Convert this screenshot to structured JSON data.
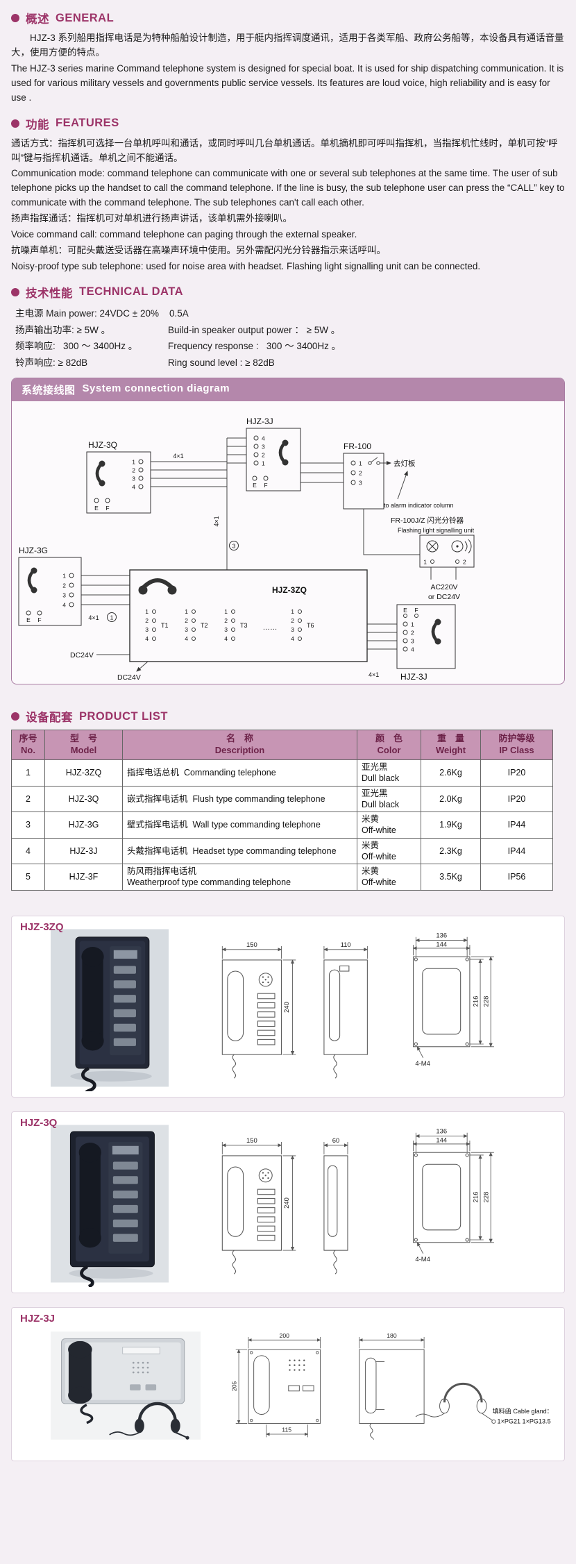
{
  "general": {
    "title_zh": "概述",
    "title_en": "GENERAL",
    "body_zh": "HJZ-3 系列船用指挥电话是为特种船舶设计制造，用于艇内指挥调度通讯，适用于各类军船、政府公务船等，本设备具有通话音量大，使用方便的特点。",
    "body_en": "The HJZ-3 series marine Command telephone system is designed for special boat. It is used for ship dispatching communication. It is used for various military vessels and governments public service vessels. Its features are loud voice, high reliability and is easy for use ."
  },
  "features": {
    "title_zh": "功能",
    "title_en": "FEATURES",
    "p1_zh": "通话方式：指挥机可选择一台单机呼叫和通话，或同时呼叫几台单机通话。单机摘机即可呼叫指挥机，当指挥机忙线时，单机可按“呼叫”键与指挥机通话。单机之间不能通话。",
    "p1_en": "Communication mode: command telephone can communicate with  one or several sub telephones at the same time. The user of sub telephone picks up the handset to call the command telephone. If the line is busy, the sub telephone user can press the “CALL” key to communicate with the command telephone. The sub telephones can't call each other.",
    "p2_zh": "扬声指挥通话：指挥机可对单机进行扬声讲话，该单机需外接喇叭。",
    "p2_en": "Voice command call: command telephone can paging through the external speaker.",
    "p3_zh": "抗噪声单机：可配头戴送受话器在高噪声环境中使用。另外需配闪光分铃器指示来话呼叫。",
    "p3_en": "Noisy-proof type sub telephone: used for noise area with headset. Flashing light signalling unit can be connected."
  },
  "technical": {
    "title_zh": "技术性能",
    "title_en": "TECHNICAL  DATA",
    "r1": "主电源 Main power: 24VDC ± 20%    0.5A",
    "r2_left": "扬声输出功率: ≥ 5W 。",
    "r2_right": "Build-in speaker output power ： ≥ 5W 。",
    "r3_left": "频率响应:   300 ～ 3400Hz 。",
    "r3_right": "Frequency response :   300 ～ 3400Hz 。",
    "r4_left": "铃声响应: ≥ 82dB",
    "r4_right": "Ring sound level : ≥ 82dB"
  },
  "diagram": {
    "title_zh": "系统接线图",
    "title_en": "System connection diagram",
    "u_hjz3q": "HJZ-3Q",
    "u_hjz3j_top": "HJZ-3J",
    "u_fr100": "FR-100",
    "u_hjz3g": "HJZ-3G",
    "u_hjz3zq": "HJZ-3ZQ",
    "u_hjz3j_bot": "HJZ-3J",
    "to_lamp_zh": "去灯板",
    "to_lamp_en": "to alarm indicator column",
    "flash_model": "FR-100J/Z 闪光分铃器",
    "flash_en": "Flashing light signalling unit",
    "ac": "AC220V",
    "or_dc": "or DC24V",
    "dc1": "DC24V",
    "dc2": "DC24V",
    "cable1": "4×1",
    "cable2": "4×1",
    "cable3": "4×1",
    "cable4": "4×1",
    "t1": "T1",
    "t2": "T2",
    "t3": "T3",
    "t6": "T6",
    "dots": "……",
    "c1": "1",
    "c3": "3",
    "e": "E",
    "f": "F",
    "n1": "1",
    "n2": "2",
    "n3": "3",
    "n4": "4"
  },
  "product_list": {
    "title_zh": "设备配套",
    "title_en": "PRODUCT LIST",
    "head": {
      "no_zh": "序号",
      "no_en": "No.",
      "model_zh": "型　号",
      "model_en": "Model",
      "desc_zh": "名　称",
      "desc_en": "Description",
      "color_zh": "颜　色",
      "color_en": "Color",
      "weight_zh": "重　量",
      "weight_en": "Weight",
      "ip_zh": "防护等级",
      "ip_en": "IP Class"
    },
    "rows": [
      {
        "no": "1",
        "model": "HJZ-3ZQ",
        "desc1": "指挥电话总机  Commanding telephone",
        "desc2": "",
        "color_zh": "亚光黑",
        "color_en": "Dull black",
        "weight": "2.6Kg",
        "ip": "IP20"
      },
      {
        "no": "2",
        "model": "HJZ-3Q",
        "desc1": "嵌式指挥电话机  Flush type commanding telephone",
        "desc2": "",
        "color_zh": "亚光黑",
        "color_en": "Dull black",
        "weight": "2.0Kg",
        "ip": "IP20"
      },
      {
        "no": "3",
        "model": "HJZ-3G",
        "desc1": "壁式指挥电话机  Wall type commanding telephone",
        "desc2": "",
        "color_zh": "米黄",
        "color_en": "Off-white",
        "weight": "1.9Kg",
        "ip": "IP44"
      },
      {
        "no": "4",
        "model": "HJZ-3J",
        "desc1": "头戴指挥电话机  Headset type commanding telephone",
        "desc2": "",
        "color_zh": "米黄",
        "color_en": "Off-white",
        "weight": "2.3Kg",
        "ip": "IP44"
      },
      {
        "no": "5",
        "model": "HJZ-3F",
        "desc1": "防风雨指挥电话机",
        "desc2": "Weatherproof type commanding telephone",
        "color_zh": "米黄",
        "color_en": "Off-white",
        "weight": "3.5Kg",
        "ip": "IP56"
      }
    ]
  },
  "products": {
    "zq": {
      "label": "HJZ-3ZQ",
      "front_w": "150",
      "side_w": "110",
      "height": "240",
      "plate_w": "136",
      "plate_w2": "144",
      "plate_h1": "216",
      "plate_h2": "228",
      "screws": "4-M4"
    },
    "q": {
      "label": "HJZ-3Q",
      "front_w": "150",
      "side_w": "60",
      "height": "240",
      "plate_w": "136",
      "plate_w2": "144",
      "plate_h1": "216",
      "plate_h2": "228",
      "screws": "4-M4"
    },
    "j": {
      "label": "HJZ-3J",
      "front_w": "200",
      "side_w": "180",
      "height": "205",
      "bottom_w": "115",
      "gland_zh": "填料函 Cable gland：",
      "gland_en": "1×PG21 1×PG13.5"
    }
  }
}
